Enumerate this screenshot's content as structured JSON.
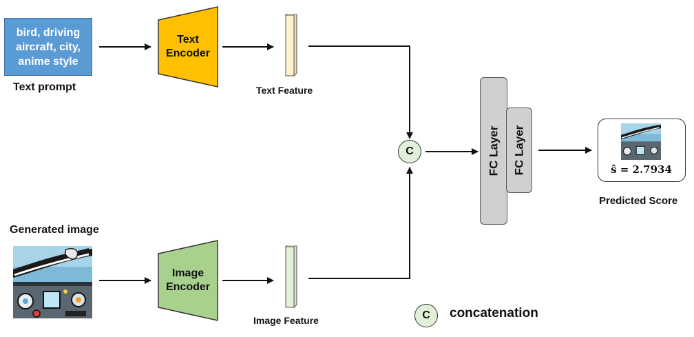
{
  "text_prompt": {
    "lines": [
      "bird, driving",
      "aircraft, city,",
      "anime style"
    ],
    "caption": "Text prompt"
  },
  "generated_image": {
    "caption": "Generated image"
  },
  "text_encoder": {
    "lines": [
      "Text",
      "Encoder"
    ],
    "color": "#ffc000"
  },
  "image_encoder": {
    "lines": [
      "Image",
      "Encoder"
    ],
    "color": "#a9d18e"
  },
  "text_feature": {
    "label": "Text Feature",
    "color": "#fff2cc"
  },
  "image_feature": {
    "label": "Image Feature",
    "color": "#e2efd9"
  },
  "concat_node": {
    "symbol": "C"
  },
  "fc_layers": [
    "FC Layer",
    "FC Layer"
  ],
  "output": {
    "score_text": "ŝ = 2.7934",
    "caption": "Predicted Score"
  },
  "legend": {
    "symbol": "C",
    "label": "concatenation"
  }
}
